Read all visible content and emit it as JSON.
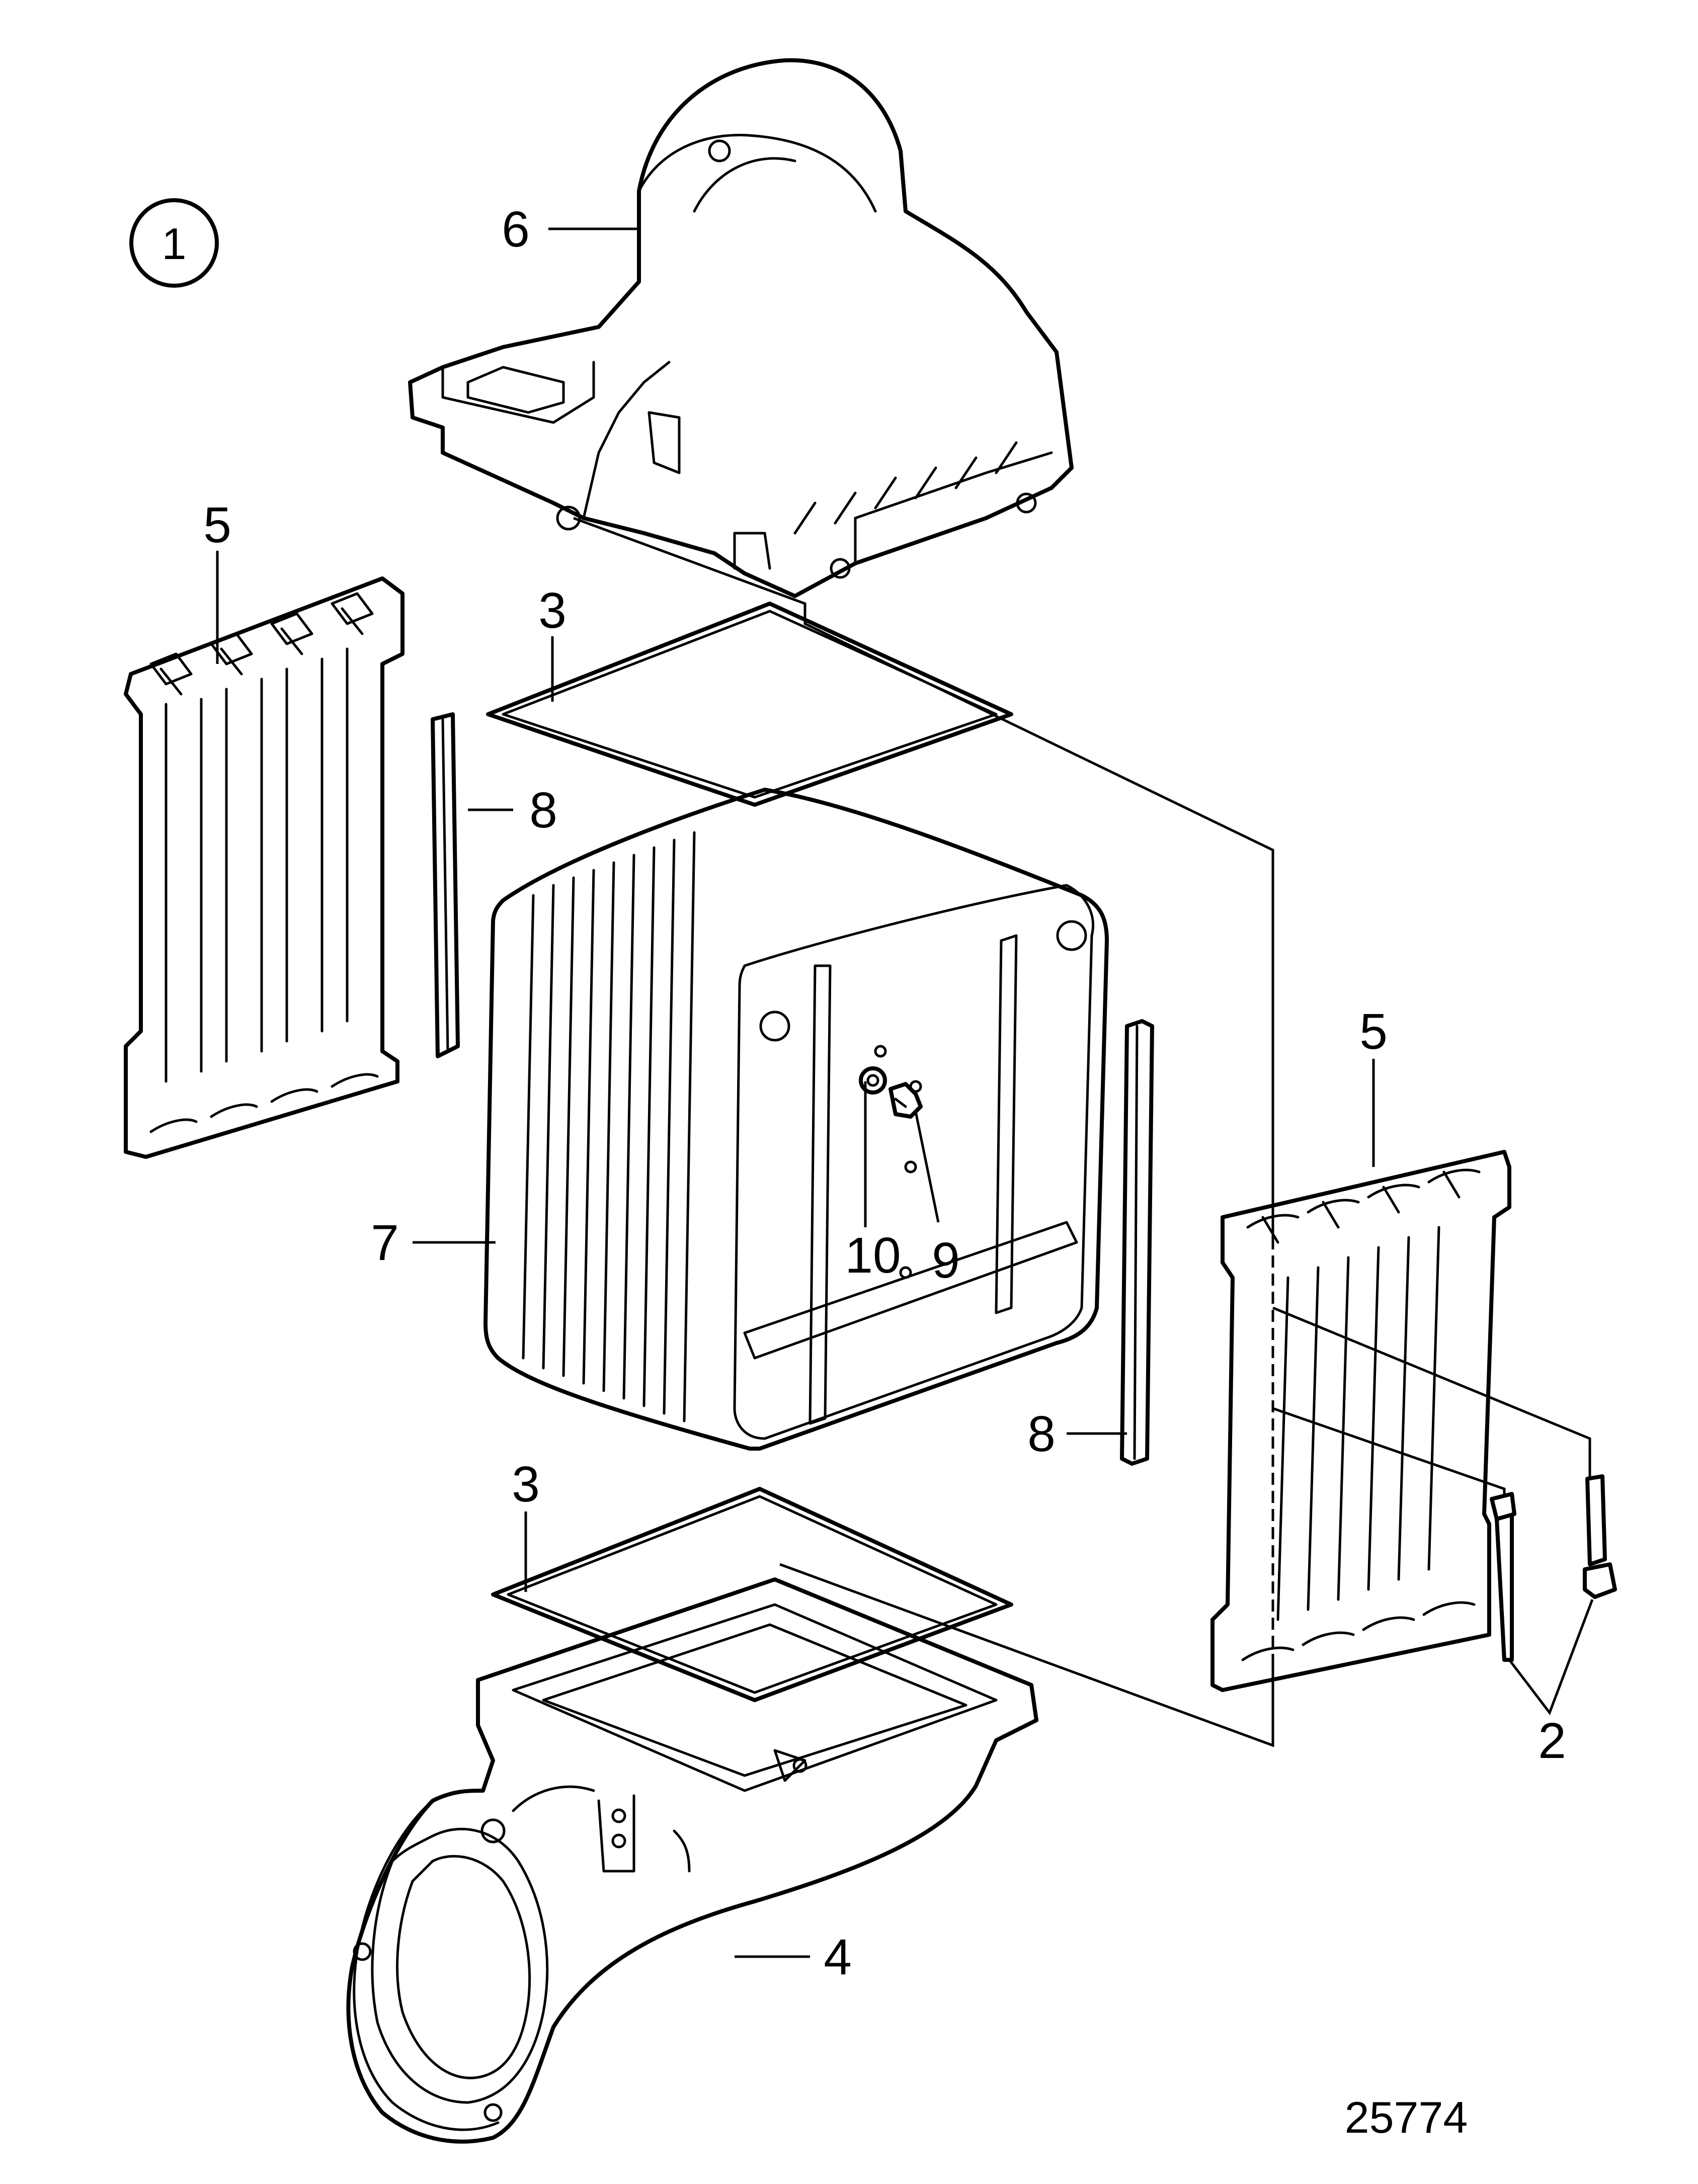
{
  "figure": {
    "view_number": "1",
    "drawing_number": "25774"
  },
  "callouts": [
    {
      "id": "callout-6-upper-housing",
      "label": "6"
    },
    {
      "id": "callout-5-left-baffle",
      "label": "5"
    },
    {
      "id": "callout-3-upper-gasket",
      "label": "3"
    },
    {
      "id": "callout-8-left-seal-strip",
      "label": "8"
    },
    {
      "id": "callout-7-cooler-core",
      "label": "7"
    },
    {
      "id": "callout-10-washer",
      "label": "10"
    },
    {
      "id": "callout-9-plug",
      "label": "9"
    },
    {
      "id": "callout-5-right-baffle",
      "label": "5"
    },
    {
      "id": "callout-8-right-seal-strip",
      "label": "8"
    },
    {
      "id": "callout-3-lower-gasket",
      "label": "3"
    },
    {
      "id": "callout-2-bolts",
      "label": "2"
    },
    {
      "id": "callout-4-lower-housing",
      "label": "4"
    }
  ],
  "colors": {
    "line": "#000000",
    "background": "#ffffff"
  }
}
